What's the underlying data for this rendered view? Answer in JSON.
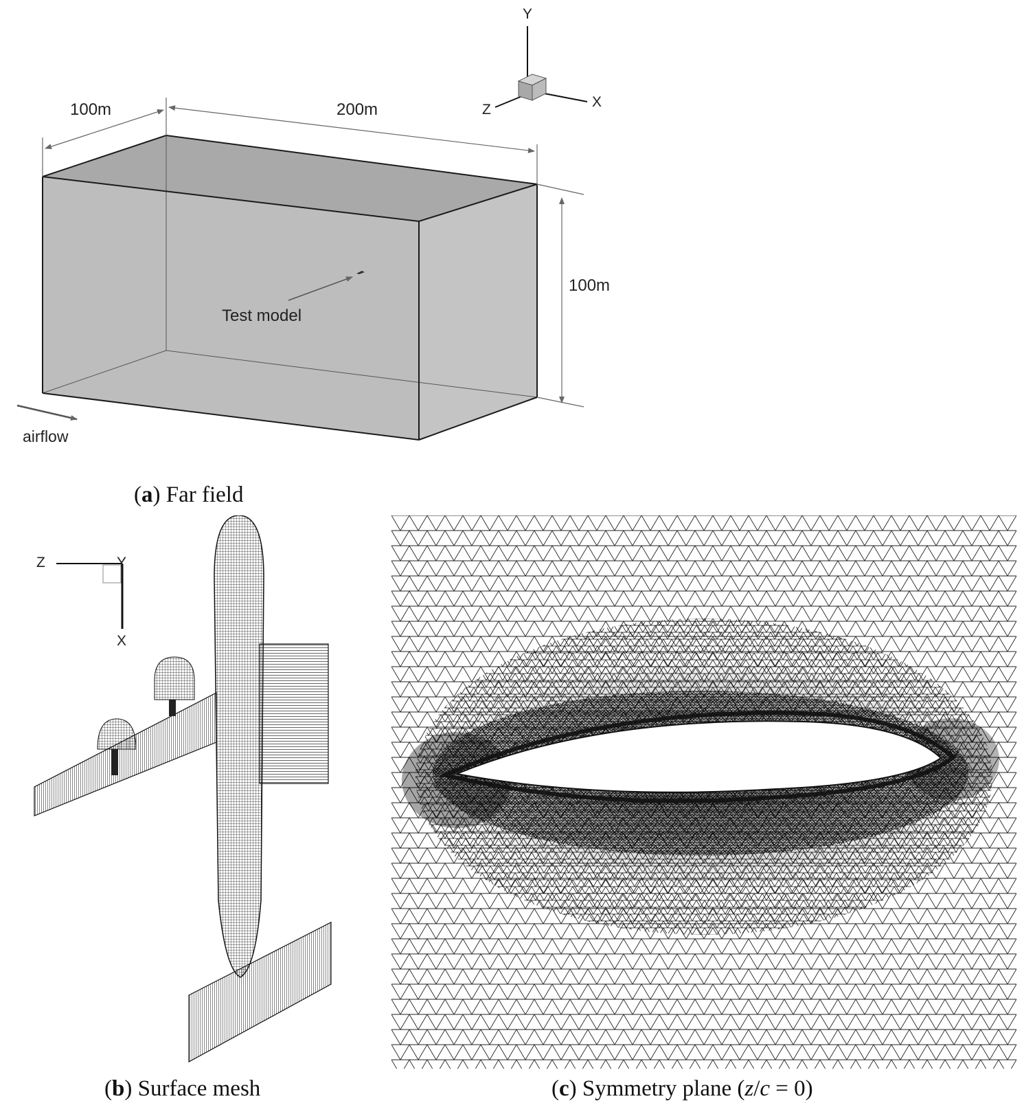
{
  "panel_a": {
    "dim_depth": "100m",
    "dim_length": "200m",
    "dim_height": "100m",
    "test_model_label": "Test model",
    "airflow_label": "airflow",
    "axes": {
      "y": "Y",
      "x": "X",
      "z": "Z"
    },
    "caption_letter": "a",
    "caption_text": "Far field"
  },
  "panel_b": {
    "axes": {
      "z": "Z",
      "y": "Y",
      "x": "X"
    },
    "caption_letter": "b",
    "caption_text": "Surface mesh"
  },
  "panel_c": {
    "caption_letter": "c",
    "caption_text_pre": "Symmetry plane (",
    "caption_var1": "z",
    "caption_slash": "/",
    "caption_var2": "c",
    "caption_text_post": " = 0)"
  },
  "colors": {
    "box_face": "#b8b8b8",
    "box_edge": "#1a1a1a",
    "mesh_line": "#111111",
    "dimension_line": "#555555"
  }
}
